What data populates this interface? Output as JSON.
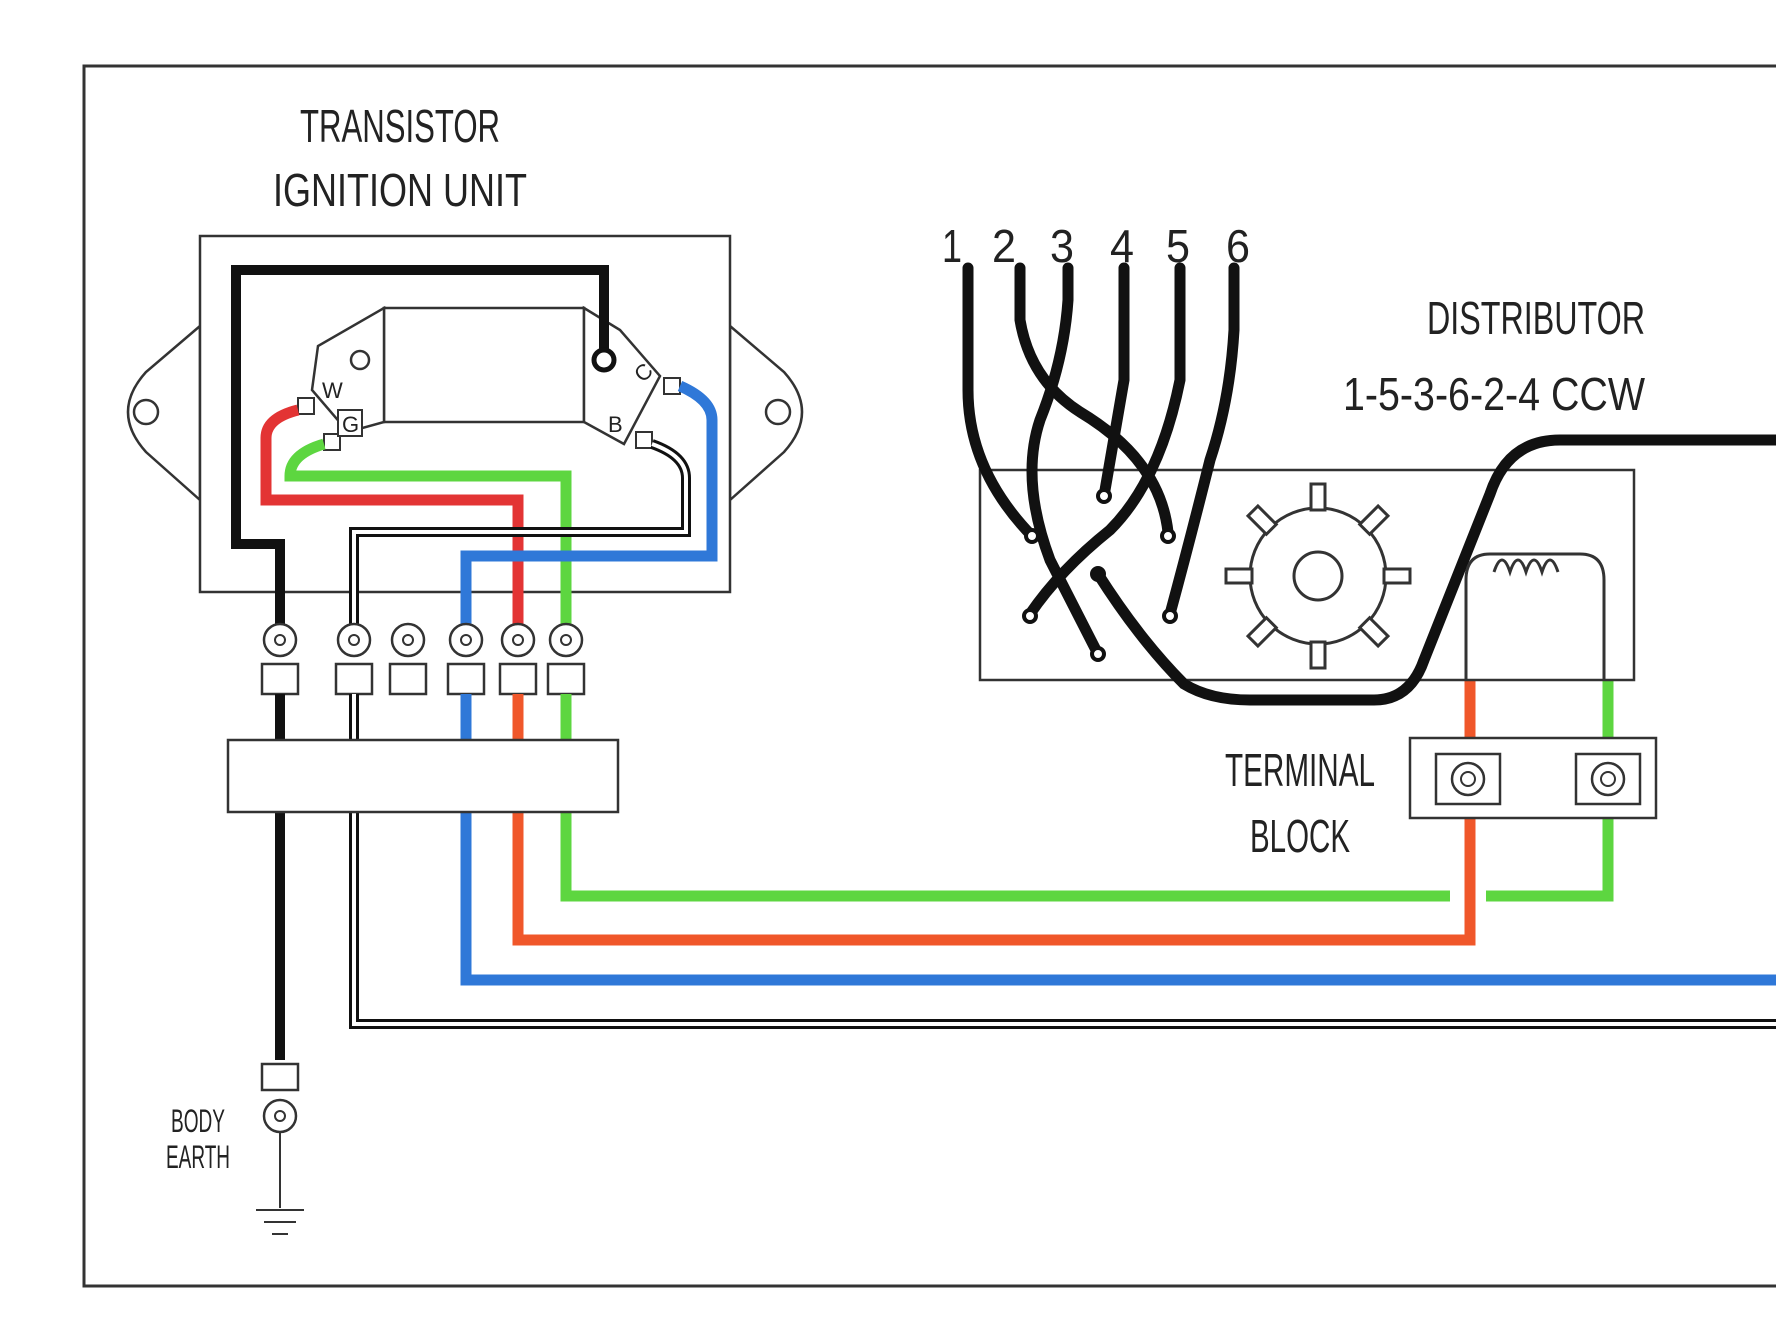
{
  "labels": {
    "unit_line1": "TRANSISTOR",
    "unit_line2": "IGNITION UNIT",
    "distributor": "DISTRIBUTOR",
    "firing_order": "1-5-3-6-2-4 CCW",
    "terminal_line1": "TERMINAL",
    "terminal_line2": "BLOCK",
    "earth_line1": "BODY",
    "earth_line2": "EARTH"
  },
  "unit_pins": [
    "W",
    "G",
    "C",
    "B"
  ],
  "lead_numbers": [
    "1",
    "2",
    "3",
    "4",
    "5",
    "6"
  ],
  "colors": {
    "black": "#111111",
    "red": "#e33434",
    "orange": "#f0572a",
    "green": "#5dd640",
    "blue": "#2f78d8",
    "outline": "#333333"
  },
  "icons": {
    "coil": "coil-icon",
    "rotor": "rotor-gear-icon",
    "earth": "ground-icon",
    "lug": "ring-terminal-icon"
  }
}
